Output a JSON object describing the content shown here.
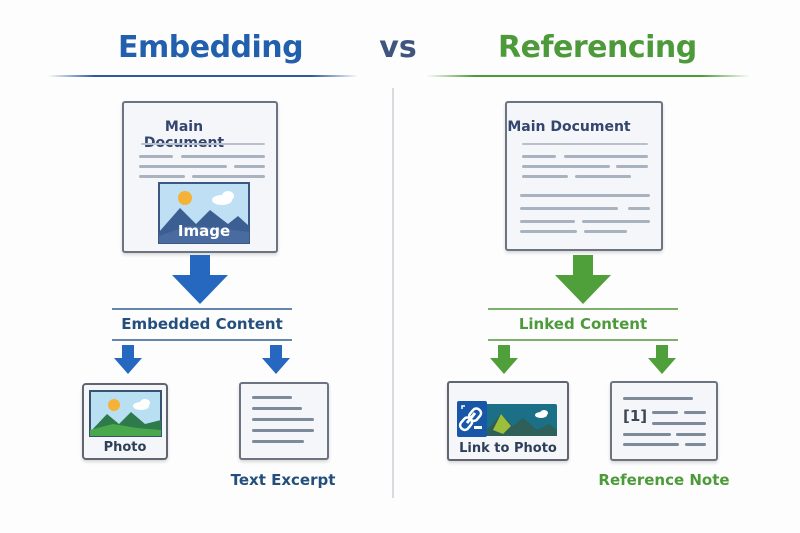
{
  "header": {
    "left_title": "Embedding",
    "vs": "VS",
    "right_title": "Referencing"
  },
  "colors": {
    "embedding_accent": "#2260ad",
    "referencing_accent": "#4c9a3a",
    "vs": "#3f5580"
  },
  "embedding": {
    "main_document": {
      "title": "Main Document",
      "image_label": "Image",
      "icon": "document-with-image-icon"
    },
    "section_label": "Embedded Content",
    "items": [
      {
        "label": "Photo",
        "icon": "photo-icon"
      },
      {
        "label": "Text Excerpt",
        "icon": "text-document-icon"
      }
    ]
  },
  "referencing": {
    "main_document": {
      "title": "Main Document",
      "icon": "document-icon"
    },
    "section_label": "Linked Content",
    "items": [
      {
        "label": "Link to Photo",
        "icon": "link-icon"
      },
      {
        "label": "Reference Note",
        "icon": "reference-document-icon",
        "citation": "[1]"
      }
    ]
  }
}
